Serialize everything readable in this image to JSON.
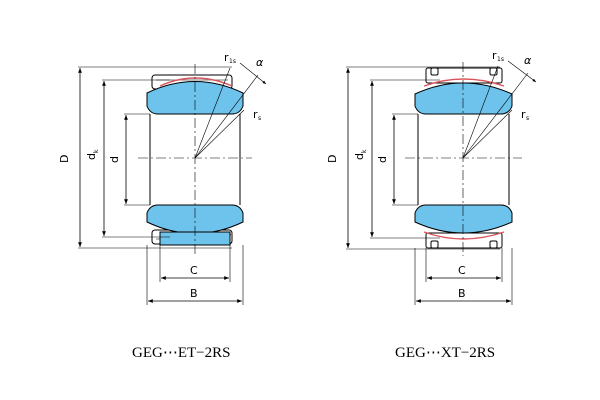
{
  "colors": {
    "ring": "#6ec3ec",
    "seal": "#d9565c",
    "line": "#000000",
    "background": "#ffffff"
  },
  "bearings": [
    {
      "caption": "GEG⋯ET−2RS",
      "labels": {
        "D": "D",
        "dk": "d",
        "dk_sub": "k",
        "d": "d",
        "C": "C",
        "B": "B",
        "r1s": "r",
        "r1s_sub": "1s",
        "rs": "r",
        "rs_sub": "s",
        "alpha": "α"
      }
    },
    {
      "caption": "GEG⋯XT−2RS",
      "labels": {
        "D": "D",
        "dk": "d",
        "dk_sub": "k",
        "d": "d",
        "C": "C",
        "B": "B",
        "r1s": "r",
        "r1s_sub": "1s",
        "rs": "r",
        "rs_sub": "s",
        "alpha": "α"
      }
    }
  ]
}
